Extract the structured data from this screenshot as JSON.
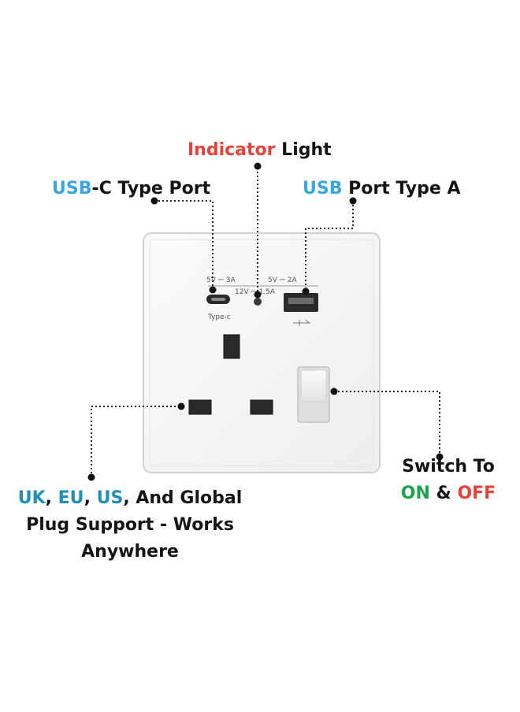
{
  "callouts": {
    "indicator": {
      "highlight": "Indicator",
      "rest": " Light"
    },
    "usb_c": {
      "highlight": "USB",
      "rest": "-C Type Port"
    },
    "usb_a": {
      "highlight": "USB",
      "rest": " Port Type A"
    },
    "switch": {
      "line1": "Switch To",
      "on": "ON",
      "amp": " & ",
      "off": "OFF"
    },
    "plug": {
      "uk": "UK",
      "sep1": ", ",
      "eu": "EU",
      "sep2": ", ",
      "us": "US",
      "rest": ", And Global",
      "line2": "Plug Support - Works",
      "line3": "Anywhere"
    }
  },
  "plate": {
    "usb_c_rating": "5V ⎓ 3A",
    "usb_a_rating": "5V ⎓ 2A",
    "shared_rating": "12V ⎓ 1.5A",
    "usb_c_label": "Type-c"
  },
  "colors": {
    "highlight_blue": "#3aa6e0",
    "highlight_red": "#e5423a",
    "highlight_teal": "#1f8fb6",
    "on_green": "#19a34a",
    "off_red": "#e5423a",
    "plate": "#f4f4f4"
  }
}
